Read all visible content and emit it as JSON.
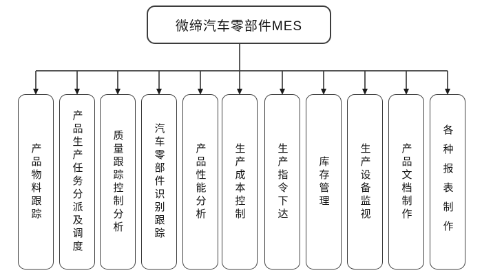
{
  "diagram": {
    "root": {
      "label": "微缔汽车零部件MES"
    },
    "modules": [
      {
        "label": "产品物料跟踪"
      },
      {
        "label": "产品生产任务分派及调度"
      },
      {
        "label": "质量跟踪控制分析"
      },
      {
        "label": "汽车零部件识别跟踪"
      },
      {
        "label": "产品性能分析"
      },
      {
        "label": "生产成本控制"
      },
      {
        "label": "生产指令下达"
      },
      {
        "label": "库存管理"
      },
      {
        "label": "生产设备监视"
      },
      {
        "label": "产品文档制作"
      },
      {
        "label": "各种报表制作"
      }
    ],
    "colors": {
      "line": "#3c3c3c",
      "border": "#3c3c3c",
      "text": "#111111",
      "background": "#ffffff"
    }
  }
}
